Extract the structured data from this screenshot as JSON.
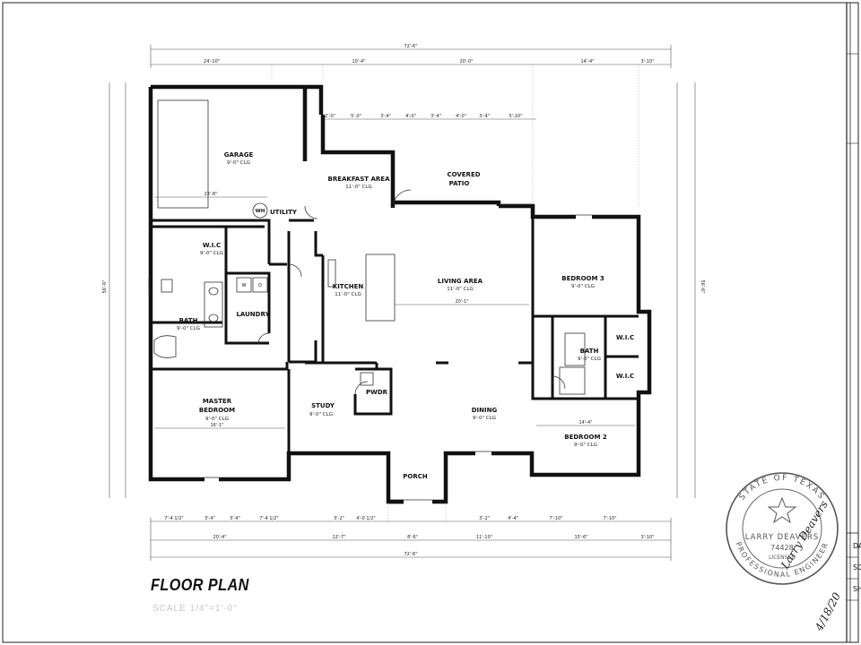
{
  "drawing": {
    "title": "FLOOR PLAN",
    "scale": "SCALE 1/4\"=1'-0\""
  },
  "rooms": [
    {
      "id": "garage",
      "name": "GARAGE",
      "ceiling": "9'-0\" CLG"
    },
    {
      "id": "breakfast",
      "name": "BREAKFAST AREA",
      "ceiling": "11'-0\" CLG"
    },
    {
      "id": "covered-patio",
      "name": "COVERED",
      "ceiling": "PATIO"
    },
    {
      "id": "utility",
      "name": "UTILITY",
      "ceiling": ""
    },
    {
      "id": "wic-master",
      "name": "W.I.C",
      "ceiling": "9'-0\" CLG"
    },
    {
      "id": "kitchen",
      "name": "KITCHEN",
      "ceiling": "11'-0\" CLG"
    },
    {
      "id": "living",
      "name": "LIVING AREA",
      "ceiling": "11'-0\" CLG"
    },
    {
      "id": "bedroom3",
      "name": "BEDROOM 3",
      "ceiling": "9'-0\" CLG"
    },
    {
      "id": "laundry",
      "name": "LAUNDRY",
      "ceiling": ""
    },
    {
      "id": "bath-master",
      "name": "BATH",
      "ceiling": "9'-0\" CLG"
    },
    {
      "id": "bath-2",
      "name": "BATH",
      "ceiling": "9'-0\" CLG"
    },
    {
      "id": "wic-b3",
      "name": "W.I.C",
      "ceiling": ""
    },
    {
      "id": "wic-b2",
      "name": "W.I.C",
      "ceiling": ""
    },
    {
      "id": "master",
      "name": "MASTER",
      "ceiling": "BEDROOM"
    },
    {
      "id": "study",
      "name": "STUDY",
      "ceiling": "9'-0\" CLG"
    },
    {
      "id": "pwdr",
      "name": "PWDR",
      "ceiling": ""
    },
    {
      "id": "dining",
      "name": "DINING",
      "ceiling": "9'-0\" CLG"
    },
    {
      "id": "bedroom2",
      "name": "BEDROOM 2",
      "ceiling": "9'-0\" CLG"
    },
    {
      "id": "porch",
      "name": "PORCH",
      "ceiling": ""
    }
  ],
  "master_ceiling": "9'-0\" CLG",
  "water_heater": "WH",
  "washer": "W",
  "dryer": "D",
  "dimensions": {
    "overall_top": "72'-6\"",
    "overall_bottom": "72'-6\"",
    "overall_left": "56'-6\"",
    "overall_right": "56'-6\"",
    "top_row": [
      "24'-10\"",
      "10'-4\"",
      "20'-0\"",
      "14'-4\"",
      "3'-10\""
    ],
    "bottom_row": [
      "20'-4\"",
      "12'-7\"",
      "8'-6\"",
      "11'-10\"",
      "15'-6\"",
      "3'-10\""
    ],
    "bottom_row2": [
      "7'-4 1/2\"",
      "3'-4\"",
      "3'-4\"",
      "7'-4 1/2\"",
      "3'-2\"",
      "4'-0 1/2\"",
      "3'-2\"",
      "4'-4\"",
      "7'-10\"",
      "7'-10\""
    ],
    "patio_row": [
      "2'-0\"",
      "5'-0\"",
      "3'-4\"",
      "4'-0\"",
      "3'-4\"",
      "4'-0\"",
      "3'-4\"",
      "5'-10\""
    ],
    "garage_width": "23'-8\"",
    "living_width": "20'-1\"",
    "master_width": "16'-1\"",
    "bed2_width": "14'-4\""
  },
  "seal": {
    "top": "STATE OF TEXAS",
    "name": "LARRY DEAVERS",
    "number": "74428",
    "licensed": "LICENSED",
    "bottom": "PROFESSIONAL ENGINEER"
  },
  "signature": {
    "name": "Larry Deavers",
    "date": "4/18/20"
  },
  "title_block": {
    "row_labels": [
      "DA",
      "SC",
      "SH"
    ]
  }
}
